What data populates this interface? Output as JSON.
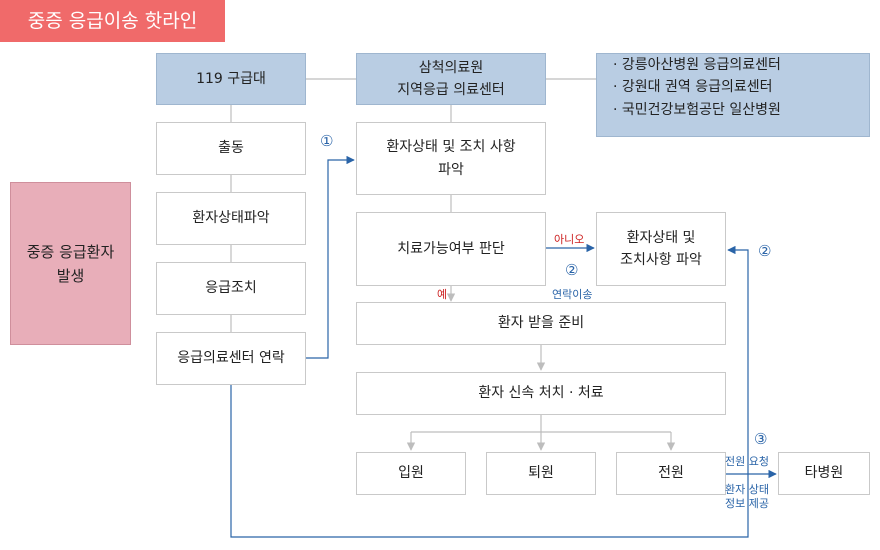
{
  "title": "중증 응급이송 핫라인",
  "boxes": {
    "ems": "119 구급대",
    "hospital_line1": "삼척의료원",
    "hospital_line2": "지역응급 의료센터",
    "regional_centers": [
      "· 강릉아산병원 응급의료센터",
      "· 강원대 권역 응급의료센터",
      "· 국민건강보험공단 일산병원"
    ],
    "dispatch": "출동",
    "assess_patient": "환자상태파악",
    "first_aid": "응급조치",
    "contact_center": "응급의료센터 연락",
    "check_status_line1": "환자상태 및 조치 사항",
    "check_status_line2": "파악",
    "treatable": "치료가능여부 판단",
    "other_check_line1": "환자상태 및",
    "other_check_line2": "조치사항 파악",
    "prepare": "환자 받을 준비",
    "rapid_treatment": "환자 신속 처치 · 처료",
    "admit": "입원",
    "discharge": "퇴원",
    "transfer": "전원",
    "other_hospital": "타병원",
    "emergency_occurs_line1": "중증 응급환자",
    "emergency_occurs_line2": "발생"
  },
  "labels": {
    "no": "아니오",
    "yes": "예",
    "contact_transfer": "연락이송",
    "transfer_request": "전원 요청",
    "patient_info_line1": "환자 상태",
    "patient_info_line2": "정보 제공",
    "step1": "①",
    "step2a": "②",
    "step2b": "②",
    "step3": "③"
  },
  "colors": {
    "title_bg": "#f06a6a",
    "header_blue": "#b9cde3",
    "alert_pink": "#e8aeb9",
    "connector_gray": "#bdbdbd",
    "connector_blue": "#2a64a8",
    "label_red": "#cc1f1f"
  }
}
